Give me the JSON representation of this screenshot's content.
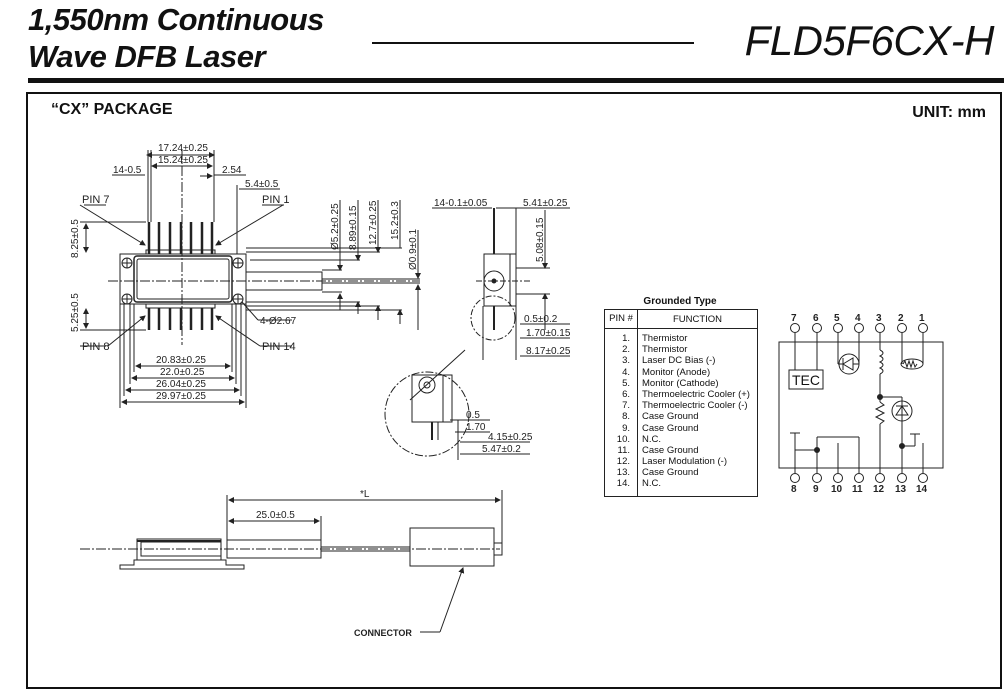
{
  "header": {
    "title_line1": "1,550nm Continuous",
    "title_line2": "Wave DFB Laser",
    "model": "FLD5F6CX-H"
  },
  "package": {
    "label": "“CX” PACKAGE",
    "unit": "UNIT: mm"
  },
  "top_view": {
    "dims": {
      "d17_24": "17.24±0.25",
      "d15_24": "15.24±0.25",
      "d14_05": "14-0.5",
      "d2_54": "2.54",
      "d5_4": "5.4±0.5",
      "d8_25": "8.25±0.5",
      "d5_25": "5.25±0.5",
      "dia5_2": "Ø5.2±0.25",
      "d8_89": "8.89±0.15",
      "d12_7": "12.7±0.25",
      "d15_2": "15.2±0.3",
      "dia0_9": "Ø0.9±0.1",
      "holes": "4-Ø2.67",
      "d20_83": "20.83±0.25",
      "d22_0": "22.0±0.25",
      "d26_04": "26.04±0.25",
      "d29_97": "29.97±0.25"
    },
    "pin_labels": {
      "pin7": "PIN 7",
      "pin1": "PIN 1",
      "pin8": "PIN 8",
      "pin14": "PIN 14"
    }
  },
  "side_view": {
    "dims": {
      "lead": "14-0.1±0.05",
      "d5_41": "5.41±0.25",
      "d5_08": "5.08±0.15",
      "d0_5": "0.5±0.2",
      "d1_70": "1.70±0.15",
      "d8_17": "8.17±0.25"
    },
    "detail_dims": {
      "d0_5": "0.5",
      "d1_70": "1.70",
      "d4_15": "4.15±0.25",
      "d5_47": "5.47±0.2"
    }
  },
  "bottom_view": {
    "dims": {
      "length": "*L",
      "d25_0": "25.0±0.5"
    },
    "connector_label": "CONNECTOR"
  },
  "pin_table": {
    "title": "Grounded Type",
    "headers": [
      "PIN #",
      "FUNCTION"
    ],
    "rows": [
      {
        "pin": "1.",
        "function": "Thermistor"
      },
      {
        "pin": "2.",
        "function": "Thermistor"
      },
      {
        "pin": "3.",
        "function": "Laser DC Bias (-)"
      },
      {
        "pin": "4.",
        "function": "Monitor (Anode)"
      },
      {
        "pin": "5.",
        "function": "Monitor (Cathode)"
      },
      {
        "pin": "6.",
        "function": "Thermoelectric Cooler (+)"
      },
      {
        "pin": "7.",
        "function": "Thermoelectric Cooler (-)"
      },
      {
        "pin": "8.",
        "function": "Case Ground"
      },
      {
        "pin": "9.",
        "function": "Case Ground"
      },
      {
        "pin": "10.",
        "function": "N.C."
      },
      {
        "pin": "11.",
        "function": "Case Ground"
      },
      {
        "pin": "12.",
        "function": "Laser Modulation (-)"
      },
      {
        "pin": "13.",
        "function": "Case Ground"
      },
      {
        "pin": "14.",
        "function": "N.C."
      }
    ]
  },
  "schematic": {
    "top_pins": [
      "7",
      "6",
      "5",
      "4",
      "3",
      "2",
      "1"
    ],
    "bottom_pins": [
      "8",
      "9",
      "10",
      "11",
      "12",
      "13",
      "14"
    ],
    "tec_label": "TEC"
  }
}
